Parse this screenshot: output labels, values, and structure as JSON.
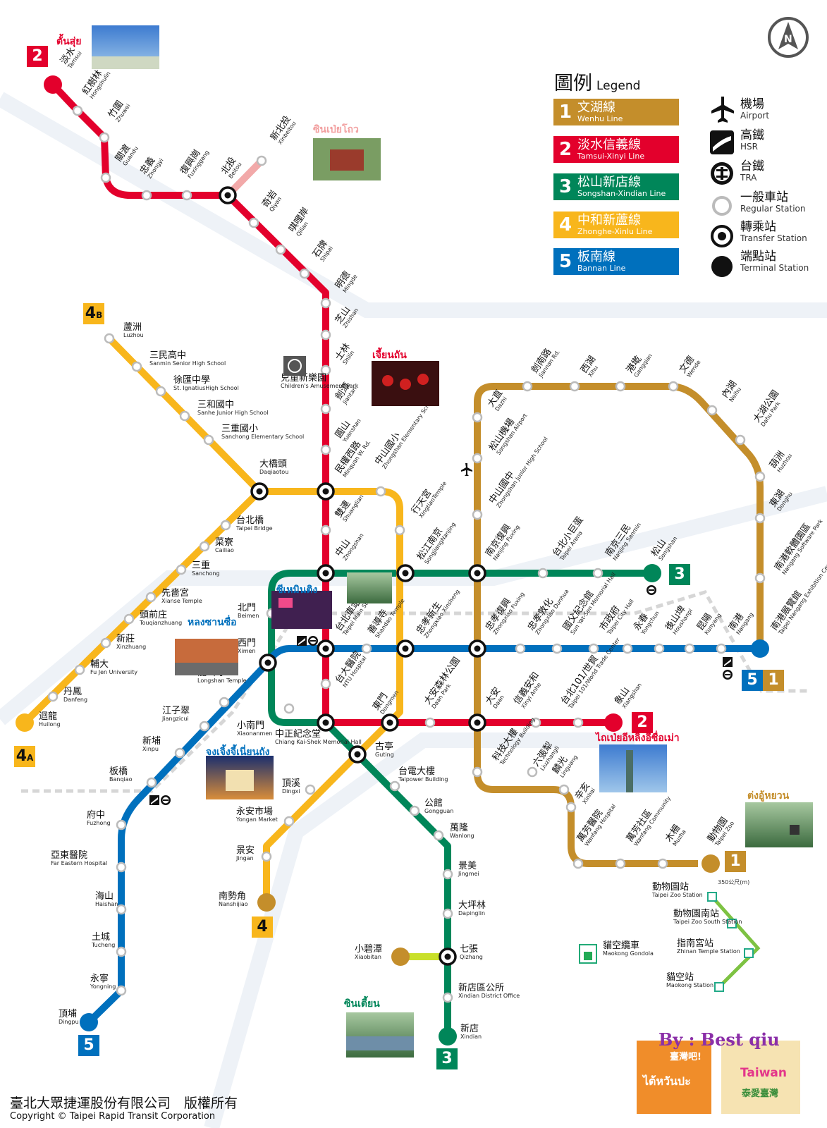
{
  "colors": {
    "line1": "#c48e2b",
    "line2": "#e3002c",
    "line3": "#008659",
    "line4": "#f8b61c",
    "line5": "#0070bd",
    "gondola": "#7dc242",
    "circ": "#cfe6d3"
  },
  "compass": {
    "label": "N"
  },
  "legend": {
    "title": "圖例",
    "title_en": "Legend",
    "lines": [
      {
        "num": "1",
        "zh": "文湖線",
        "en": "Wenhu Line",
        "color": "#c48e2b"
      },
      {
        "num": "2",
        "zh": "淡水信義線",
        "en": "Tamsui-Xinyi Line",
        "color": "#e3002c"
      },
      {
        "num": "3",
        "zh": "松山新店線",
        "en": "Songshan-Xindian Line",
        "color": "#008659"
      },
      {
        "num": "4",
        "zh": "中和新蘆線",
        "en": "Zhonghe-Xinlu Line",
        "color": "#f8b61c"
      },
      {
        "num": "5",
        "zh": "板南線",
        "en": "Bannan Line",
        "color": "#0070bd"
      }
    ],
    "symbols": [
      {
        "icon": "airplane-icon",
        "zh": "機場",
        "en": "Airport"
      },
      {
        "icon": "hsr-icon",
        "zh": "高鐵",
        "en": "HSR"
      },
      {
        "icon": "tra-icon",
        "zh": "台鐵",
        "en": "TRA"
      },
      {
        "icon": "regular-station-icon",
        "zh": "一般車站",
        "en": "Regular Station"
      },
      {
        "icon": "transfer-station-icon",
        "zh": "轉乘站",
        "en": "Transfer Station"
      },
      {
        "icon": "terminal-station-icon",
        "zh": "端點站",
        "en": "Terminal Station"
      }
    ]
  },
  "badges": [
    {
      "text": "2",
      "color": "#e3002c"
    },
    {
      "text": "4",
      "color": "#f8b61c",
      "sub": "B"
    },
    {
      "text": "4",
      "color": "#f8b61c",
      "sub": "A"
    },
    {
      "text": "3",
      "color": "#008659"
    },
    {
      "text": "5",
      "color": "#0070bd"
    },
    {
      "text": "1",
      "color": "#c48e2b"
    },
    {
      "text": "2",
      "color": "#e3002c"
    },
    {
      "text": "1",
      "color": "#c48e2b"
    },
    {
      "text": "4",
      "color": "#f8b61c"
    },
    {
      "text": "5",
      "color": "#0070bd"
    },
    {
      "text": "3",
      "color": "#008659"
    }
  ],
  "thai_labels": [
    "ตั้นสุ่ย",
    "ซินเป่ยโถว",
    "เจี้ยนถัน",
    "ซีเหมินติง",
    "หลงซานซื่อ",
    "จงเจิ้งจี้เนี่ยนถัง",
    "ไถเป่ยอีหลิงอีซื่อเม่า",
    "ต่งอู้หยวน",
    "ซินเตี้ยน"
  ],
  "stations": [
    {
      "zh": "淡水",
      "en": "Tamsui"
    },
    {
      "zh": "紅樹林",
      "en": "Hongshulin"
    },
    {
      "zh": "竹圍",
      "en": "Zhuwei"
    },
    {
      "zh": "關渡",
      "en": "Guandu"
    },
    {
      "zh": "忠義",
      "en": "Zhongyi"
    },
    {
      "zh": "復興崗",
      "en": "Fuxinggang"
    },
    {
      "zh": "北投",
      "en": "Beitou"
    },
    {
      "zh": "新北投",
      "en": "Xinbeitou"
    },
    {
      "zh": "奇岩",
      "en": "Qiyan"
    },
    {
      "zh": "唭哩岸",
      "en": "Qilian"
    },
    {
      "zh": "石牌",
      "en": "Shipai"
    },
    {
      "zh": "明德",
      "en": "Mingde"
    },
    {
      "zh": "芝山",
      "en": "Zhishan"
    },
    {
      "zh": "士林",
      "en": "Shilin"
    },
    {
      "zh": "劍潭",
      "en": "Jiantan"
    },
    {
      "zh": "圓山",
      "en": "Yuanshan"
    },
    {
      "zh": "民權西路",
      "en": "Minquan W. Rd."
    },
    {
      "zh": "雙連",
      "en": "Shuanglian"
    },
    {
      "zh": "中山",
      "en": "Zhongshan"
    },
    {
      "zh": "台北車站",
      "en": "Taipei Main Station"
    },
    {
      "zh": "台大醫院",
      "en": "NTU Hospital"
    },
    {
      "zh": "中正紀念堂",
      "en": "Chiang Kai-Shek Memorial Hall"
    },
    {
      "zh": "東門",
      "en": "Dongmen"
    },
    {
      "zh": "大安森林公園",
      "en": "Daan Park"
    },
    {
      "zh": "大安",
      "en": "Daan"
    },
    {
      "zh": "信義安和",
      "en": "Xinyi Anhe"
    },
    {
      "zh": "台北101/世貿",
      "en": "Taipei 101/World Trade Center"
    },
    {
      "zh": "象山",
      "en": "Xiangshan"
    },
    {
      "zh": "蘆洲",
      "en": "Luzhou"
    },
    {
      "zh": "三民高中",
      "en": "Sanmin Senior High School"
    },
    {
      "zh": "徐匯中學",
      "en": "St. IgnatiusHigh School"
    },
    {
      "zh": "三和國中",
      "en": "Sanhe Junior High School"
    },
    {
      "zh": "三重國小",
      "en": "Sanchong Elementary School"
    },
    {
      "zh": "大橋頭",
      "en": "Daqiaotou"
    },
    {
      "zh": "台北橋",
      "en": "Taipei Bridge"
    },
    {
      "zh": "菜寮",
      "en": "Cailiao"
    },
    {
      "zh": "三重",
      "en": "Sanchong"
    },
    {
      "zh": "先嗇宮",
      "en": "Xianse Temple"
    },
    {
      "zh": "頭前庄",
      "en": "Touqianzhuang"
    },
    {
      "zh": "新莊",
      "en": "Xinzhuang"
    },
    {
      "zh": "輔大",
      "en": "Fu Jen University"
    },
    {
      "zh": "丹鳳",
      "en": "Danfeng"
    },
    {
      "zh": "迴龍",
      "en": "Huilong"
    },
    {
      "zh": "中山國小",
      "en": "Zhongshan Elementary School"
    },
    {
      "zh": "行天宮",
      "en": "XingtianTemple"
    },
    {
      "zh": "松江南京",
      "en": "SongjiangNanjing"
    },
    {
      "zh": "忠孝新生",
      "en": "Zhongxiao Xinsheng"
    },
    {
      "zh": "古亭",
      "en": "Guting"
    },
    {
      "zh": "頂溪",
      "en": "Dingxi"
    },
    {
      "zh": "永安市場",
      "en": "Yongan Market"
    },
    {
      "zh": "景安",
      "en": "Jingan"
    },
    {
      "zh": "南勢角",
      "en": "Nanshijiao"
    },
    {
      "zh": "北門",
      "en": "Beimen"
    },
    {
      "zh": "西門",
      "en": "Ximen"
    },
    {
      "zh": "小南門",
      "en": "Xiaonanmen"
    },
    {
      "zh": "台電大樓",
      "en": "Taipower Building"
    },
    {
      "zh": "公館",
      "en": "Gongguan"
    },
    {
      "zh": "萬隆",
      "en": "Wanlong"
    },
    {
      "zh": "景美",
      "en": "Jingmei"
    },
    {
      "zh": "大坪林",
      "en": "Dapinglin"
    },
    {
      "zh": "七張",
      "en": "Qizhang"
    },
    {
      "zh": "小碧潭",
      "en": "Xiaobitan"
    },
    {
      "zh": "新店區公所",
      "en": "Xindian District Office"
    },
    {
      "zh": "新店",
      "en": "Xindian"
    },
    {
      "zh": "南京復興",
      "en": "Nanjing Fuxing"
    },
    {
      "zh": "台北小巨蛋",
      "en": "Taipei Arena"
    },
    {
      "zh": "南京三民",
      "en": "Nanjing Sanmin"
    },
    {
      "zh": "松山",
      "en": "Songshan"
    },
    {
      "zh": "頂埔",
      "en": "Dingpu"
    },
    {
      "zh": "永寧",
      "en": "Yongning"
    },
    {
      "zh": "土城",
      "en": "Tucheng"
    },
    {
      "zh": "海山",
      "en": "Haishan"
    },
    {
      "zh": "亞東醫院",
      "en": "Far Eastern Hospital"
    },
    {
      "zh": "府中",
      "en": "Fuzhong"
    },
    {
      "zh": "板橋",
      "en": "Banqiao"
    },
    {
      "zh": "新埔",
      "en": "Xinpu"
    },
    {
      "zh": "江子翠",
      "en": "Jiangzicui"
    },
    {
      "zh": "龍山寺",
      "en": "Longshan Temple"
    },
    {
      "zh": "善導寺",
      "en": "Shandao Temple"
    },
    {
      "zh": "忠孝復興",
      "en": "Zhongxiao Fuxing"
    },
    {
      "zh": "忠孝敦化",
      "en": "Zhongxiao Dunhua"
    },
    {
      "zh": "國父紀念館",
      "en": "Sun Yat-Sen Memorial Hall"
    },
    {
      "zh": "市政府",
      "en": "Taipei City Hall"
    },
    {
      "zh": "永春",
      "en": "Yongchun"
    },
    {
      "zh": "後山埤",
      "en": "Houshanpi"
    },
    {
      "zh": "昆陽",
      "en": "Kunyang"
    },
    {
      "zh": "南港",
      "en": "Nangang"
    },
    {
      "zh": "南港展覽館",
      "en": "Taipei Nangang Exhibition Center"
    },
    {
      "zh": "動物園",
      "en": "Taipei Zoo"
    },
    {
      "zh": "木柵",
      "en": "Muzha"
    },
    {
      "zh": "萬芳社區",
      "en": "Wanfang Community"
    },
    {
      "zh": "萬芳醫院",
      "en": "Wanfang Hospital"
    },
    {
      "zh": "辛亥",
      "en": "Xinhai"
    },
    {
      "zh": "麟光",
      "en": "Linguang"
    },
    {
      "zh": "六張犁",
      "en": "Liuzhangli"
    },
    {
      "zh": "科技大樓",
      "en": "Technology Building"
    },
    {
      "zh": "大直",
      "en": "Dazhi"
    },
    {
      "zh": "劍南路",
      "en": "Jiannan Rd."
    },
    {
      "zh": "西湖",
      "en": "Xihu"
    },
    {
      "zh": "港墘",
      "en": "Gangqian"
    },
    {
      "zh": "文德",
      "en": "Wende"
    },
    {
      "zh": "內湖",
      "en": "Neihu"
    },
    {
      "zh": "大湖公園",
      "en": "Dahu Park"
    },
    {
      "zh": "葫洲",
      "en": "Huzhou"
    },
    {
      "zh": "東湖",
      "en": "Donghu"
    },
    {
      "zh": "南港軟體園區",
      "en": "Nangang Software Park"
    },
    {
      "zh": "松山機場",
      "en": "Songshan Airport"
    },
    {
      "zh": "中山國中",
      "en": "Zhongshan Junior High School"
    },
    {
      "zh": "動物園站",
      "en": "Taipei Zoo Station"
    },
    {
      "zh": "動物園南站",
      "en": "Taipei Zoo South Station"
    },
    {
      "zh": "指南宮站",
      "en": "Zhinan Temple Station"
    },
    {
      "zh": "貓空站",
      "en": "Maokong Station"
    },
    {
      "zh": "貓空纜車",
      "en": "Maokong Gondola"
    },
    {
      "zh": "兒童新樂園",
      "en": "Children's Amusement Park"
    }
  ],
  "distance_note": "350公尺(m)",
  "byline": "By : Best qiu",
  "logo_texts": [
    "臺灣吧!",
    "ไต้หวันปะ",
    "Taiwan",
    "泰愛臺灣"
  ],
  "footer": {
    "zh": "臺北大眾捷運股份有限公司　版權所有",
    "en": "Copyright © Taipei Rapid Transit Corporation"
  }
}
